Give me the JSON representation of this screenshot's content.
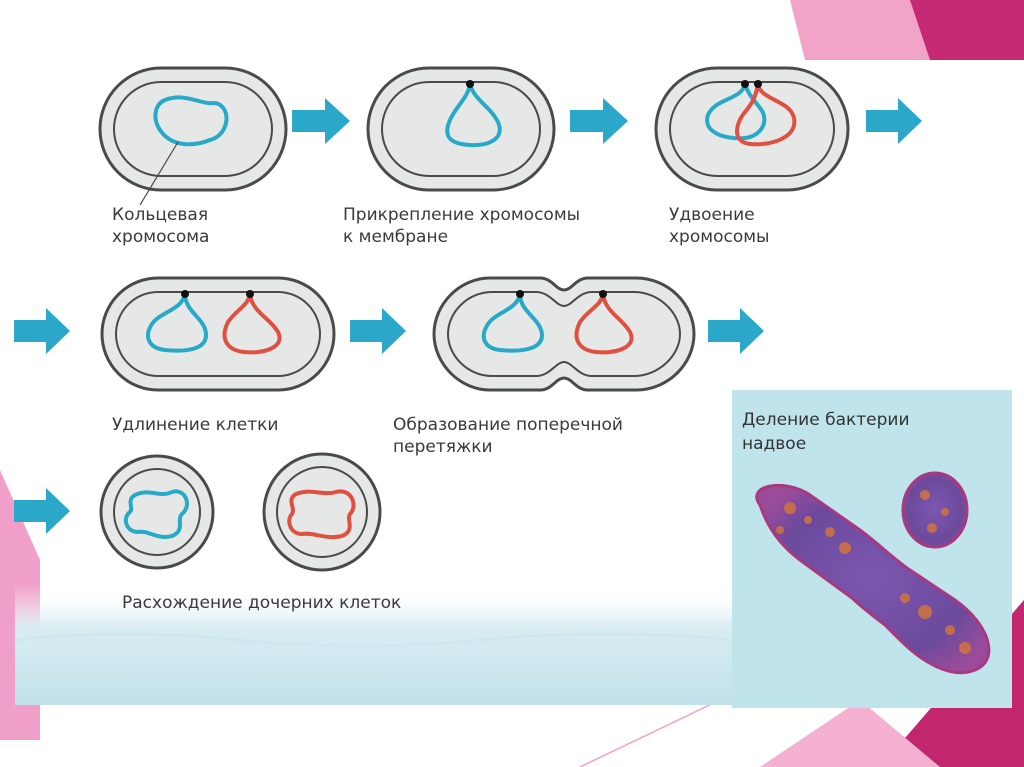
{
  "colors": {
    "cell_fill": "#e6e8e8",
    "cell_outline": "#4a4a4a",
    "arrow": "#2aa7c9",
    "chromosome_original": "#27a9c7",
    "chromosome_copy": "#e05040",
    "accent_magenta": "#c2266e",
    "accent_pink": "#f0a0c8",
    "photo_panel": "#bfe4ec",
    "bacterium": "#8a4fa0"
  },
  "steps": [
    {
      "id": "ring",
      "lines": [
        "Кольцевая",
        "хромосома"
      ]
    },
    {
      "id": "attach",
      "lines": [
        "Прикрепление хромосомы",
        "к мембране"
      ]
    },
    {
      "id": "double",
      "lines": [
        "Удвоение",
        "хромосомы"
      ]
    },
    {
      "id": "elongate",
      "lines": [
        "Удлинение клетки"
      ]
    },
    {
      "id": "constrict",
      "lines": [
        "Образование поперечной",
        "перетяжки"
      ]
    },
    {
      "id": "separate",
      "lines": [
        "Расхождение дочерних клеток"
      ]
    }
  ],
  "photo": {
    "title_lines": [
      "Деление бактерии",
      "надвое"
    ]
  }
}
